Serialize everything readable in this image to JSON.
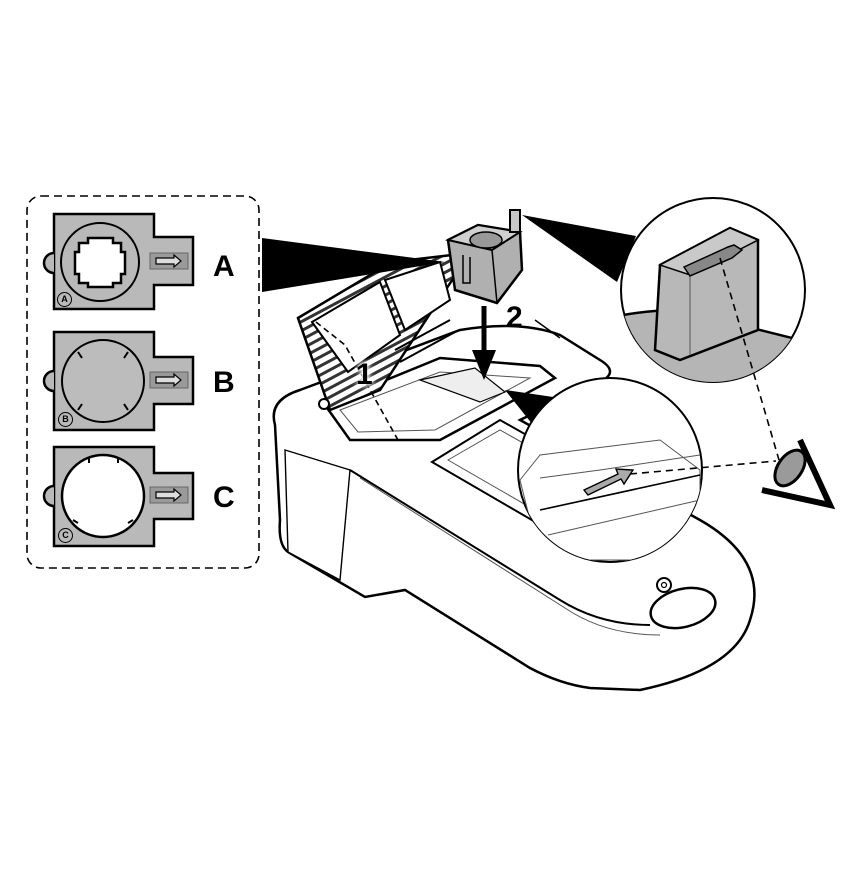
{
  "diagram": {
    "type": "instruction-illustration",
    "subject": "Inserting a cell adapter into the instrument cell compartment",
    "colors": {
      "outline": "#000000",
      "adapter_fill": "#b9b9b9",
      "adapter_slot_fill": "#9a9a9a",
      "instrument_fill": "#ffffff",
      "callout_wedge": "#000000",
      "eye_iris": "#9a9a9a"
    }
  },
  "adapter_legend": {
    "items": [
      {
        "letter": "A",
        "tag": "A",
        "shape": "square-opening"
      },
      {
        "letter": "B",
        "tag": "B",
        "shape": "closed-round"
      },
      {
        "letter": "C",
        "tag": "C",
        "shape": "round-opening"
      }
    ]
  },
  "steps": [
    {
      "number": "1",
      "action": "open cell compartment lid"
    },
    {
      "number": "2",
      "action": "insert adapter (arrow down)"
    }
  ],
  "callouts": [
    {
      "id": "adapter-arrow-detail",
      "content": "arrow on top of adapter"
    },
    {
      "id": "compartment-arrow-detail",
      "content": "arrow in cell compartment"
    },
    {
      "id": "eye-alignment",
      "content": "align arrows by sight"
    }
  ]
}
